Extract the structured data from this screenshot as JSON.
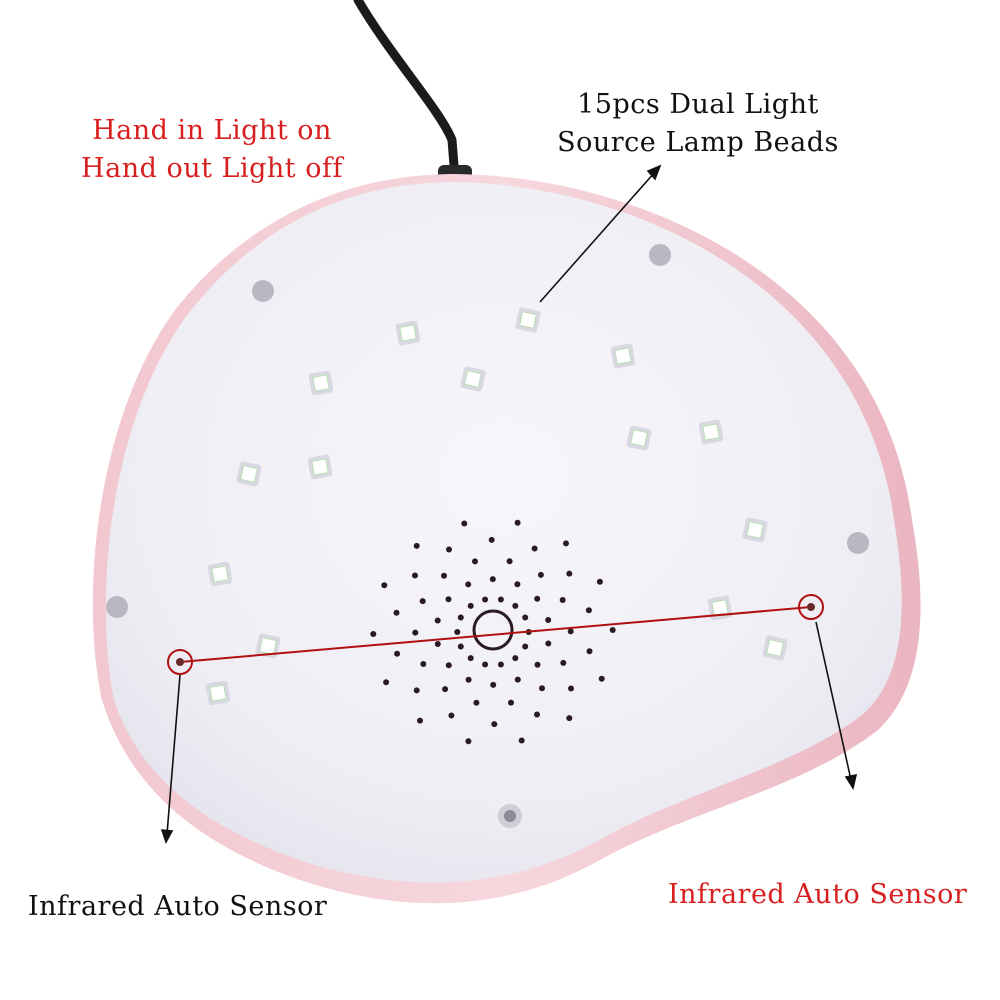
{
  "labels": {
    "hand_sensor": {
      "line1": "Hand in Light on",
      "line2": "Hand out Light off"
    },
    "lamp_beads": {
      "line1": "15pcs Dual Light",
      "line2": "Source Lamp Beads"
    },
    "sensor_left": "Infrared Auto Sensor",
    "sensor_right": "Infrared Auto Sensor"
  },
  "colors": {
    "highlight_text": "#d81f1f",
    "normal_text": "#111111",
    "lamp_body": "#f0eff4",
    "lamp_rim": "#e9b7c3",
    "sensor_marker": "#b01010",
    "vent_hole": "#2a1a22"
  },
  "lamp": {
    "bead_count": 15
  }
}
